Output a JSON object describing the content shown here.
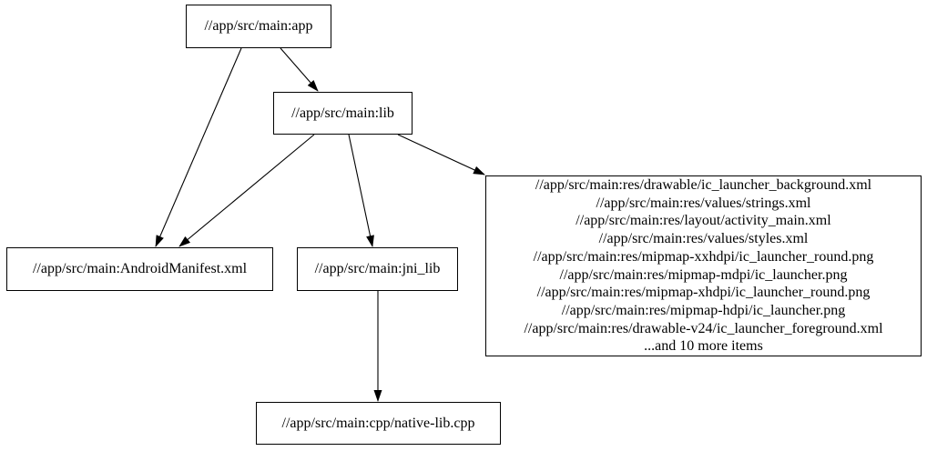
{
  "graph": {
    "nodes": {
      "app": {
        "label": "//app/src/main:app"
      },
      "lib": {
        "label": "//app/src/main:lib"
      },
      "android_manifest": {
        "label": "//app/src/main:AndroidManifest.xml"
      },
      "jni_lib": {
        "label": "//app/src/main:jni_lib"
      },
      "native_lib": {
        "label": "//app/src/main:cpp/native-lib.cpp"
      },
      "resources": {
        "lines": [
          "//app/src/main:res/drawable/ic_launcher_background.xml",
          "//app/src/main:res/values/strings.xml",
          "//app/src/main:res/layout/activity_main.xml",
          "//app/src/main:res/values/styles.xml",
          "//app/src/main:res/mipmap-xxhdpi/ic_launcher_round.png",
          "//app/src/main:res/mipmap-mdpi/ic_launcher.png",
          "//app/src/main:res/mipmap-xhdpi/ic_launcher_round.png",
          "//app/src/main:res/mipmap-hdpi/ic_launcher.png",
          "//app/src/main:res/drawable-v24/ic_launcher_foreground.xml",
          "...and 10 more items"
        ]
      }
    },
    "edges": [
      {
        "from": "app",
        "to": "lib"
      },
      {
        "from": "app",
        "to": "android_manifest"
      },
      {
        "from": "lib",
        "to": "android_manifest"
      },
      {
        "from": "lib",
        "to": "jni_lib"
      },
      {
        "from": "lib",
        "to": "resources"
      },
      {
        "from": "jni_lib",
        "to": "native_lib"
      }
    ],
    "colors": {
      "node_border": "#000000",
      "node_fill": "#ffffff",
      "edge": "#000000",
      "text": "#000000",
      "background": "#ffffff"
    }
  }
}
